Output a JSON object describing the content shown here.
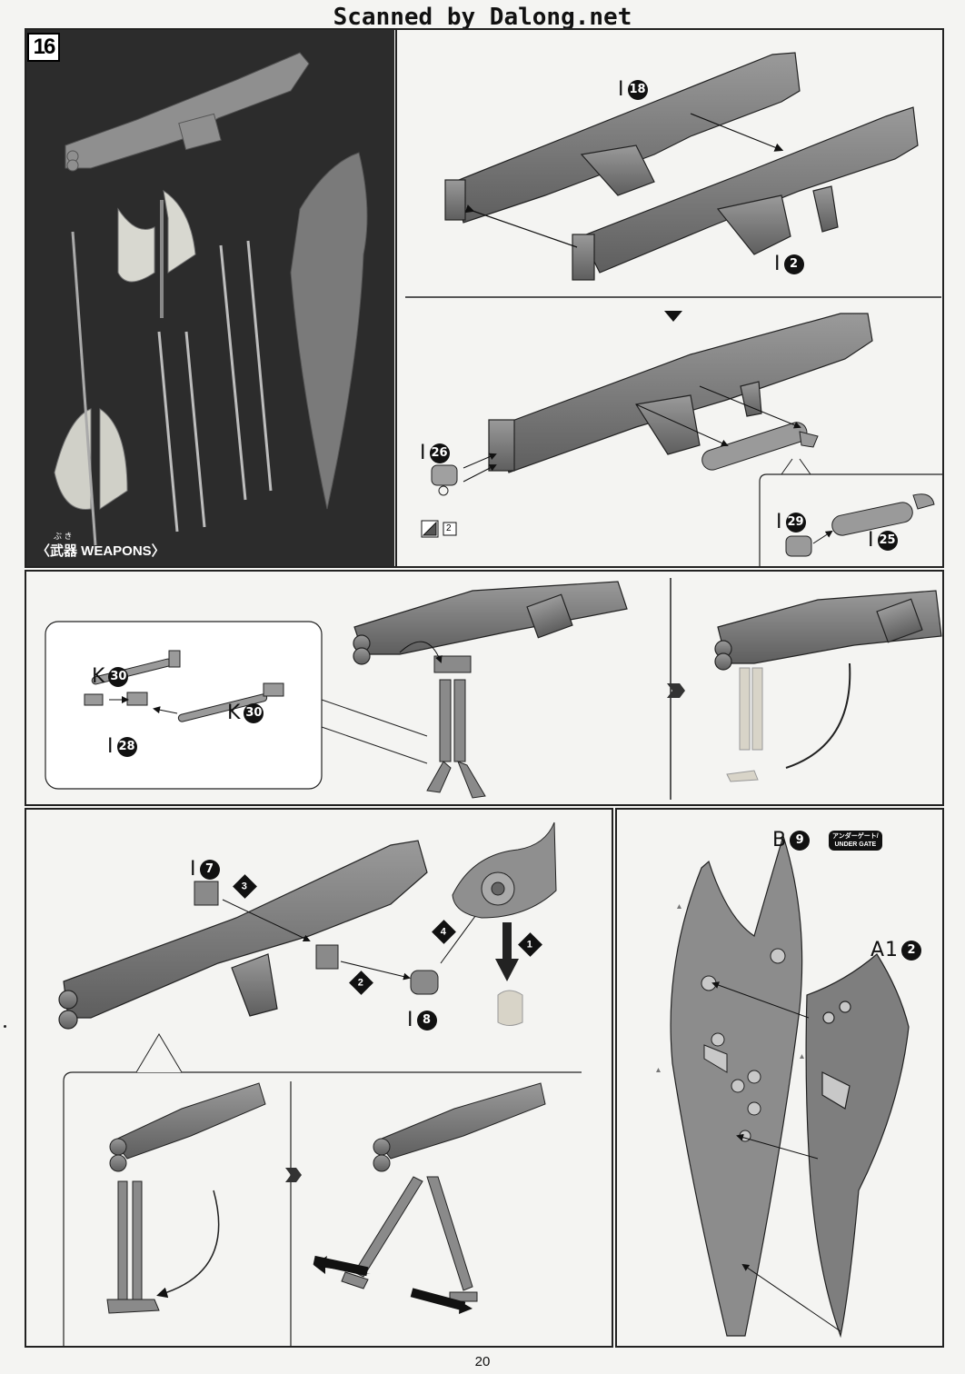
{
  "watermark": "Scanned by Dalong.net",
  "step_number": "16",
  "weapons_label": {
    "ruby": "ぶ き",
    "text": "〈武器 WEAPONS〉"
  },
  "parts": {
    "i18": {
      "letter": "I",
      "num": "18"
    },
    "i2": {
      "letter": "I",
      "num": "2"
    },
    "i26": {
      "letter": "I",
      "num": "26"
    },
    "i29": {
      "letter": "I",
      "num": "29"
    },
    "i25": {
      "letter": "I",
      "num": "25"
    },
    "k30a": {
      "letter": "K",
      "num": "30"
    },
    "i28": {
      "letter": "I",
      "num": "28"
    },
    "k30b": {
      "letter": "K",
      "num": "30"
    },
    "i7": {
      "letter": "I",
      "num": "7"
    },
    "i8": {
      "letter": "I",
      "num": "8"
    },
    "b9": {
      "letter": "B",
      "num": "9"
    },
    "a12": {
      "letter": "A1",
      "num": "2"
    }
  },
  "seal_count": "2",
  "steps": {
    "s1": "1",
    "s2": "2",
    "s3": "3",
    "s4": "4"
  },
  "under_gate": {
    "jp": "アンダーゲート/",
    "en": "UNDER GATE"
  },
  "page_number": "20"
}
